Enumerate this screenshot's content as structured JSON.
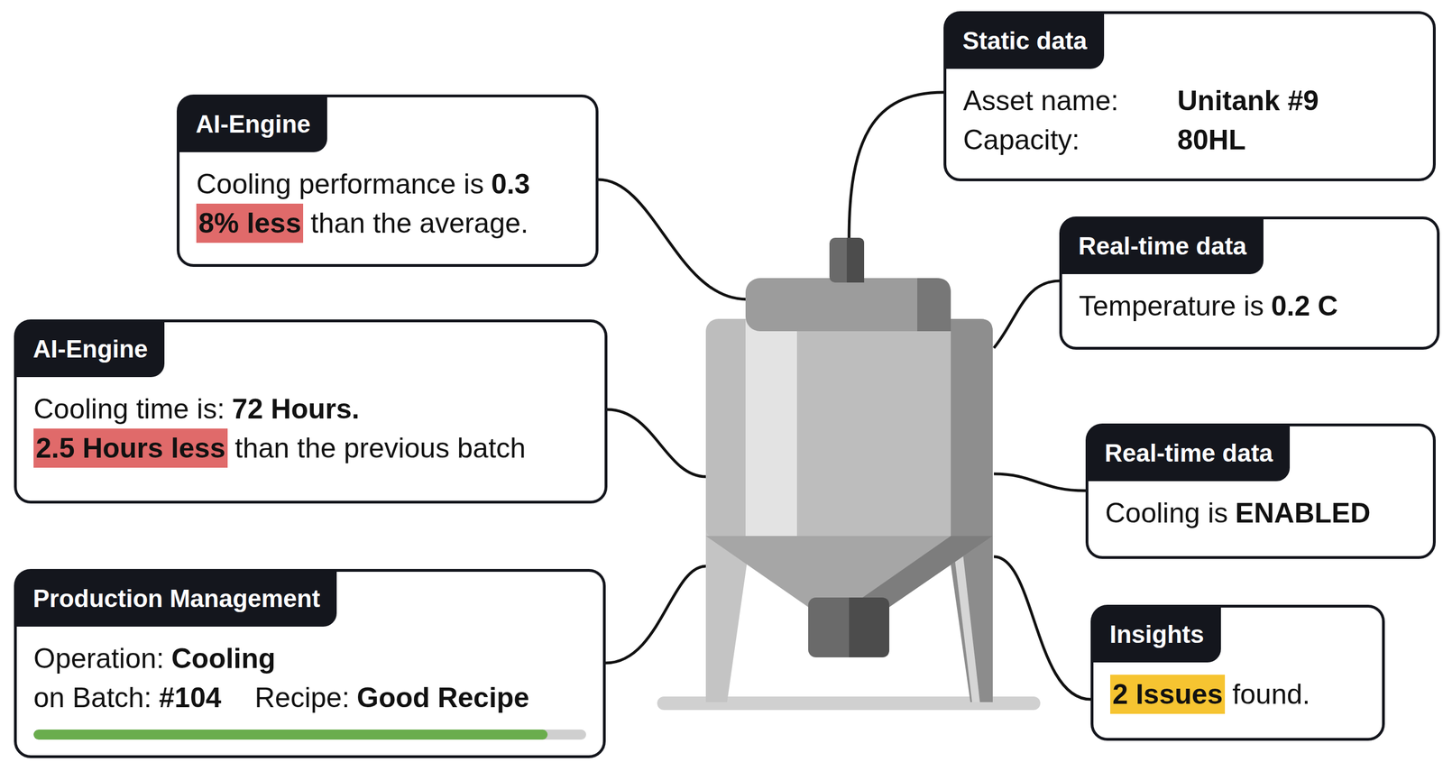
{
  "diagram": {
    "nodes": [
      {
        "text": [
          "Static data",
          "Asset name:",
          "Unitank #9",
          "Capacity:",
          "80HL"
        ]
      },
      {
        "text": [
          "AI-Engine",
          "Cooling performance is",
          "0.3",
          "8% less",
          "than the average."
        ]
      },
      {
        "text": [
          "Real-time data",
          "Temperature is",
          "0.2 C"
        ]
      },
      {
        "text": [
          "AI-Engine",
          "Cooling time is:",
          "72 Hours.",
          "2.5 Hours less",
          "than the previous batch"
        ]
      },
      {
        "text": [
          "Real-time data",
          "Cooling is",
          "ENABLED"
        ]
      },
      {
        "text": [
          "Production Management",
          "Operation:",
          "Cooling",
          "on Batch:",
          "#104",
          "Recipe:",
          "Good Recipe"
        ]
      },
      {
        "text": [
          "Insights",
          "2 Issues",
          "found."
        ]
      }
    ]
  }
}
